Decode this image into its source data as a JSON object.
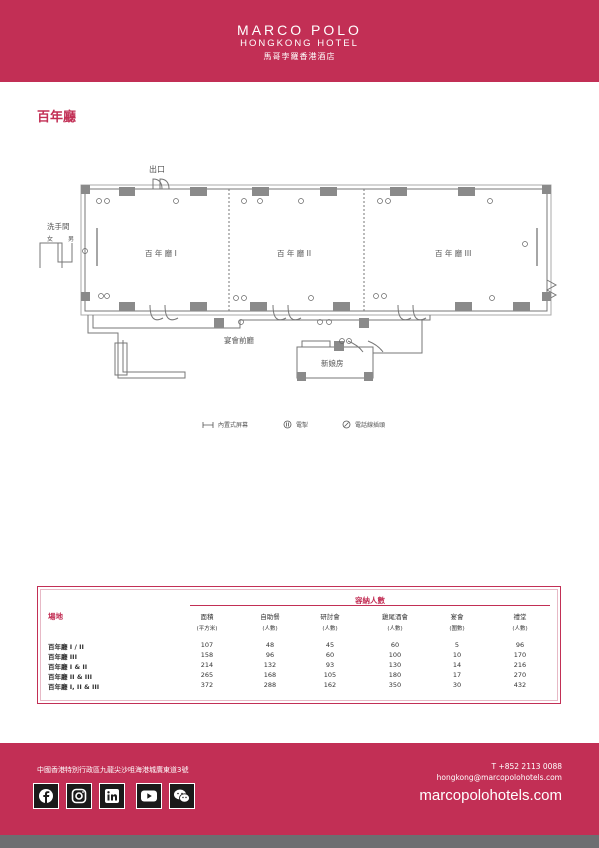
{
  "header": {
    "brand_line1": "MARCO POLO",
    "brand_line2": "HONGKONG HOTEL",
    "brand_line3": "馬哥孛羅香港酒店",
    "color": "#c22f55"
  },
  "page_title": "百年廳",
  "floorplan": {
    "exit_label": "出口",
    "washroom_label": "洗手間",
    "female_label": "女",
    "male_label": "男",
    "room1_label": "百 年 廳 I",
    "room2_label": "百 年 廳 II",
    "room3_label": "百 年 廳 III",
    "foyer_label": "宴會前廳",
    "bridal_label": "新娘房"
  },
  "legend": {
    "screen": "內置式屏幕",
    "power": "電掣",
    "phone": "電話線插頭"
  },
  "capacity": {
    "title": "容納人數",
    "venue_header": "場地",
    "columns": [
      {
        "label": "面積",
        "unit": "(平方米)"
      },
      {
        "label": "自助餐",
        "unit": "(人數)"
      },
      {
        "label": "研討會",
        "unit": "(人數)"
      },
      {
        "label": "雞尾酒會",
        "unit": "(人數)"
      },
      {
        "label": "宴會",
        "unit": "(圍數)"
      },
      {
        "label": "禮堂",
        "unit": "(人數)"
      }
    ],
    "rows": [
      {
        "name": "百年廳 I / II",
        "values": [
          "107",
          "48",
          "45",
          "60",
          "5",
          "96"
        ]
      },
      {
        "name": "百年廳 III",
        "values": [
          "158",
          "96",
          "60",
          "100",
          "10",
          "170"
        ]
      },
      {
        "name": "百年廳 I & II",
        "values": [
          "214",
          "132",
          "93",
          "130",
          "14",
          "216"
        ]
      },
      {
        "name": "百年廳 II & III",
        "values": [
          "265",
          "168",
          "105",
          "180",
          "17",
          "270"
        ]
      },
      {
        "name": "百年廳 I, II & III",
        "values": [
          "372",
          "288",
          "162",
          "350",
          "30",
          "432"
        ]
      }
    ]
  },
  "footer": {
    "address": "中國香港特別行政區九龍尖沙咀海港城廣東道3號",
    "phone": "T +852 2113 0088",
    "email": "hongkong@marcopolohotels.com",
    "website": "marcopolohotels.com",
    "social": [
      {
        "icon": "facebook-icon"
      },
      {
        "icon": "instagram-icon"
      },
      {
        "icon": "linkedin-icon"
      },
      {
        "icon": "youtube-icon"
      },
      {
        "icon": "wechat-icon"
      }
    ]
  }
}
